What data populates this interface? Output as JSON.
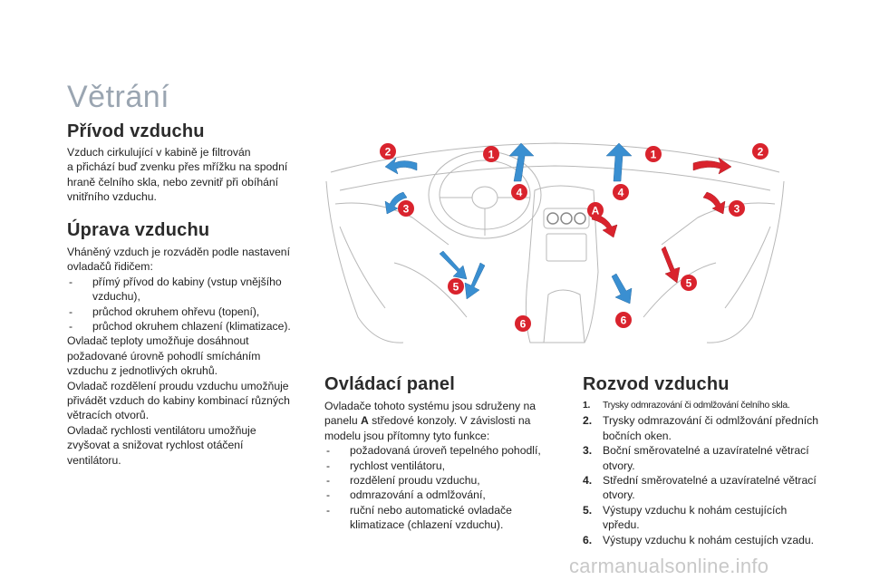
{
  "page": {
    "title": "Větrání"
  },
  "sections": {
    "prívod": {
      "heading": "Přívod vzduchu",
      "lines": [
        "Vzduch cirkulující v kabině je filtrován",
        "a přichází buď zvenku přes mřížku na spodní",
        "hraně čelního skla, nebo zevnitř při obíhání",
        "vnitřního vzduchu."
      ]
    },
    "uprava": {
      "heading": "Úprava vzduchu",
      "intro": [
        "Vháněný vzduch je rozváděn podle nastavení",
        "ovladačů řidičem:"
      ],
      "bullets": [
        {
          "dash": "-",
          "text": "přímý přívod do kabiny (vstup vnějšího vzduchu),"
        },
        {
          "dash": "-",
          "text": "průchod okruhem ohřevu (topení),"
        },
        {
          "dash": "-",
          "text": "průchod okruhem chlazení (klimatizace)."
        }
      ],
      "outro": [
        "Ovladač teploty umožňuje dosáhnout",
        "požadované úrovně pohodlí smícháním",
        "vzduchu z jednotlivých okruhů.",
        "Ovladač rozdělení proudu vzduchu umožňuje",
        "přivádět vzduch do kabiny kombinací různých",
        "větracích otvorů.",
        "Ovladač rychlosti ventilátoru umožňuje",
        "zvyšovat a snižovat rychlost otáčení",
        "ventilátoru."
      ]
    },
    "ovladaci": {
      "heading": "Ovládací panel",
      "intro_1": "Ovladače tohoto systému jsou sdruženy na",
      "intro_2a": "panelu ",
      "intro_2b": "A",
      "intro_2c": " středové konzoly. V závislosti na",
      "intro_3": "modelu jsou přítomny tyto funkce:",
      "bullets": [
        {
          "dash": "-",
          "text": "požadovaná úroveň tepelného pohodlí,"
        },
        {
          "dash": "-",
          "text": "rychlost ventilátoru,"
        },
        {
          "dash": "-",
          "text": "rozdělení proudu vzduchu,"
        },
        {
          "dash": "-",
          "text": "odmrazování a odmlžování,"
        },
        {
          "dash": "-",
          "text": "ruční nebo automatické ovladače klimatizace (chlazení vzduchu)."
        }
      ]
    },
    "rozvod": {
      "heading": "Rozvod vzduchu",
      "items": [
        {
          "n": "1.",
          "text": "Trysky odmrazování či odmlžování čelního skla."
        },
        {
          "n": "2.",
          "text": "Trysky odmrazování či odmlžování předních bočních oken."
        },
        {
          "n": "3.",
          "text": "Boční směrovatelné a uzavíratelné větrací otvory."
        },
        {
          "n": "4.",
          "text": "Střední směrovatelné a uzavíratelné větrací otvory."
        },
        {
          "n": "5.",
          "text": "Výstupy vzduchu k nohám cestujících vpředu."
        },
        {
          "n": "6.",
          "text": "Výstupy vzduchu k nohám cestujích vzadu."
        }
      ]
    }
  },
  "illustration": {
    "markers": [
      "1",
      "1",
      "2",
      "2",
      "3",
      "3",
      "4",
      "4",
      "5",
      "5",
      "6",
      "6",
      "A"
    ],
    "colors": {
      "marker": "#d9232d",
      "arrow_blue": "#3a8fd1",
      "arrow_red": "#d9232d",
      "line": "#b8b8b8"
    }
  },
  "watermark": "carmanualsonline.info"
}
